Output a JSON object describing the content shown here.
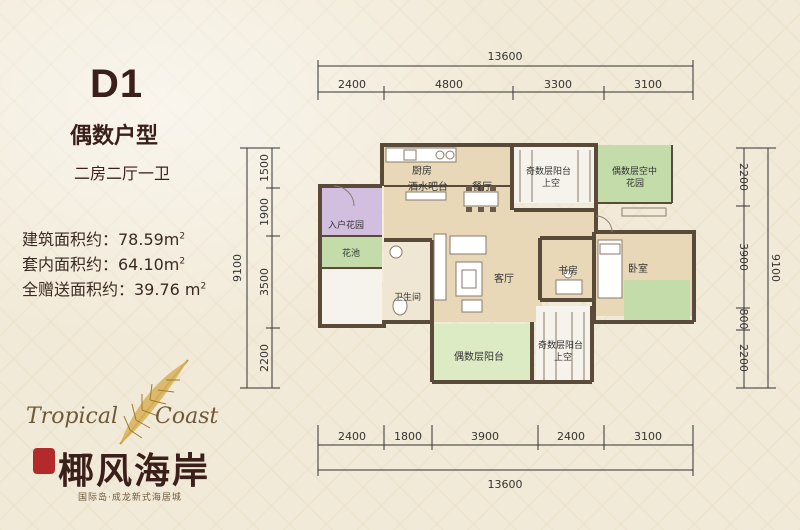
{
  "unit_code": "D1",
  "unit_type": "偶数户型",
  "layout": "二房二厅一卫",
  "areas": [
    {
      "label": "建筑面积约：78.59m",
      "sup": "2"
    },
    {
      "label": "套内面积约：64.10m",
      "sup": "2"
    },
    {
      "label": "全赠送面积约：39.76 m",
      "sup": "2"
    }
  ],
  "top_dims": {
    "total": "13600",
    "segments": [
      "2400",
      "4800",
      "3300",
      "3100"
    ]
  },
  "bottom_dims": {
    "total": "13600",
    "segments": [
      "2400",
      "1800",
      "3900",
      "2400",
      "3100"
    ]
  },
  "left_dims": {
    "total": "9100",
    "segments": [
      "1500",
      "1900",
      "3500",
      "2200"
    ]
  },
  "right_dims": {
    "total": "9100",
    "segments": [
      "2200",
      "3900",
      "800",
      "2200"
    ]
  },
  "rooms": {
    "kitchen": "厨房",
    "bar": "酒水吧台",
    "dining": "餐厅",
    "odd_balcony_top": "奇数层阳台",
    "odd_balcony_top_sub": "上空",
    "even_garden": "偶数层空中",
    "even_garden_sub": "花园",
    "entry_garden": "入户花园",
    "flower_bed": "花池",
    "living": "客厅",
    "study": "书房",
    "bedroom": "卧室",
    "bathroom": "卫生间",
    "even_balcony": "偶数层阳台",
    "odd_balcony_bottom": "奇数层阳台",
    "odd_balcony_bottom_sub": "上空"
  },
  "brand": {
    "en_1": "Tropical",
    "en_2": "Coast",
    "cn": "椰风海岸",
    "slogan": "国际岛·成龙新式海居城"
  },
  "colors": {
    "wall": "#5a4a3a",
    "floor": "#e8d8b8",
    "balcony": "#ddebc4",
    "garden": "#c3dcaa",
    "entry": "#d2bfe0",
    "void": "#f6f3ec",
    "text_dark": "#3a1f1a",
    "gold": "#b8913a"
  }
}
